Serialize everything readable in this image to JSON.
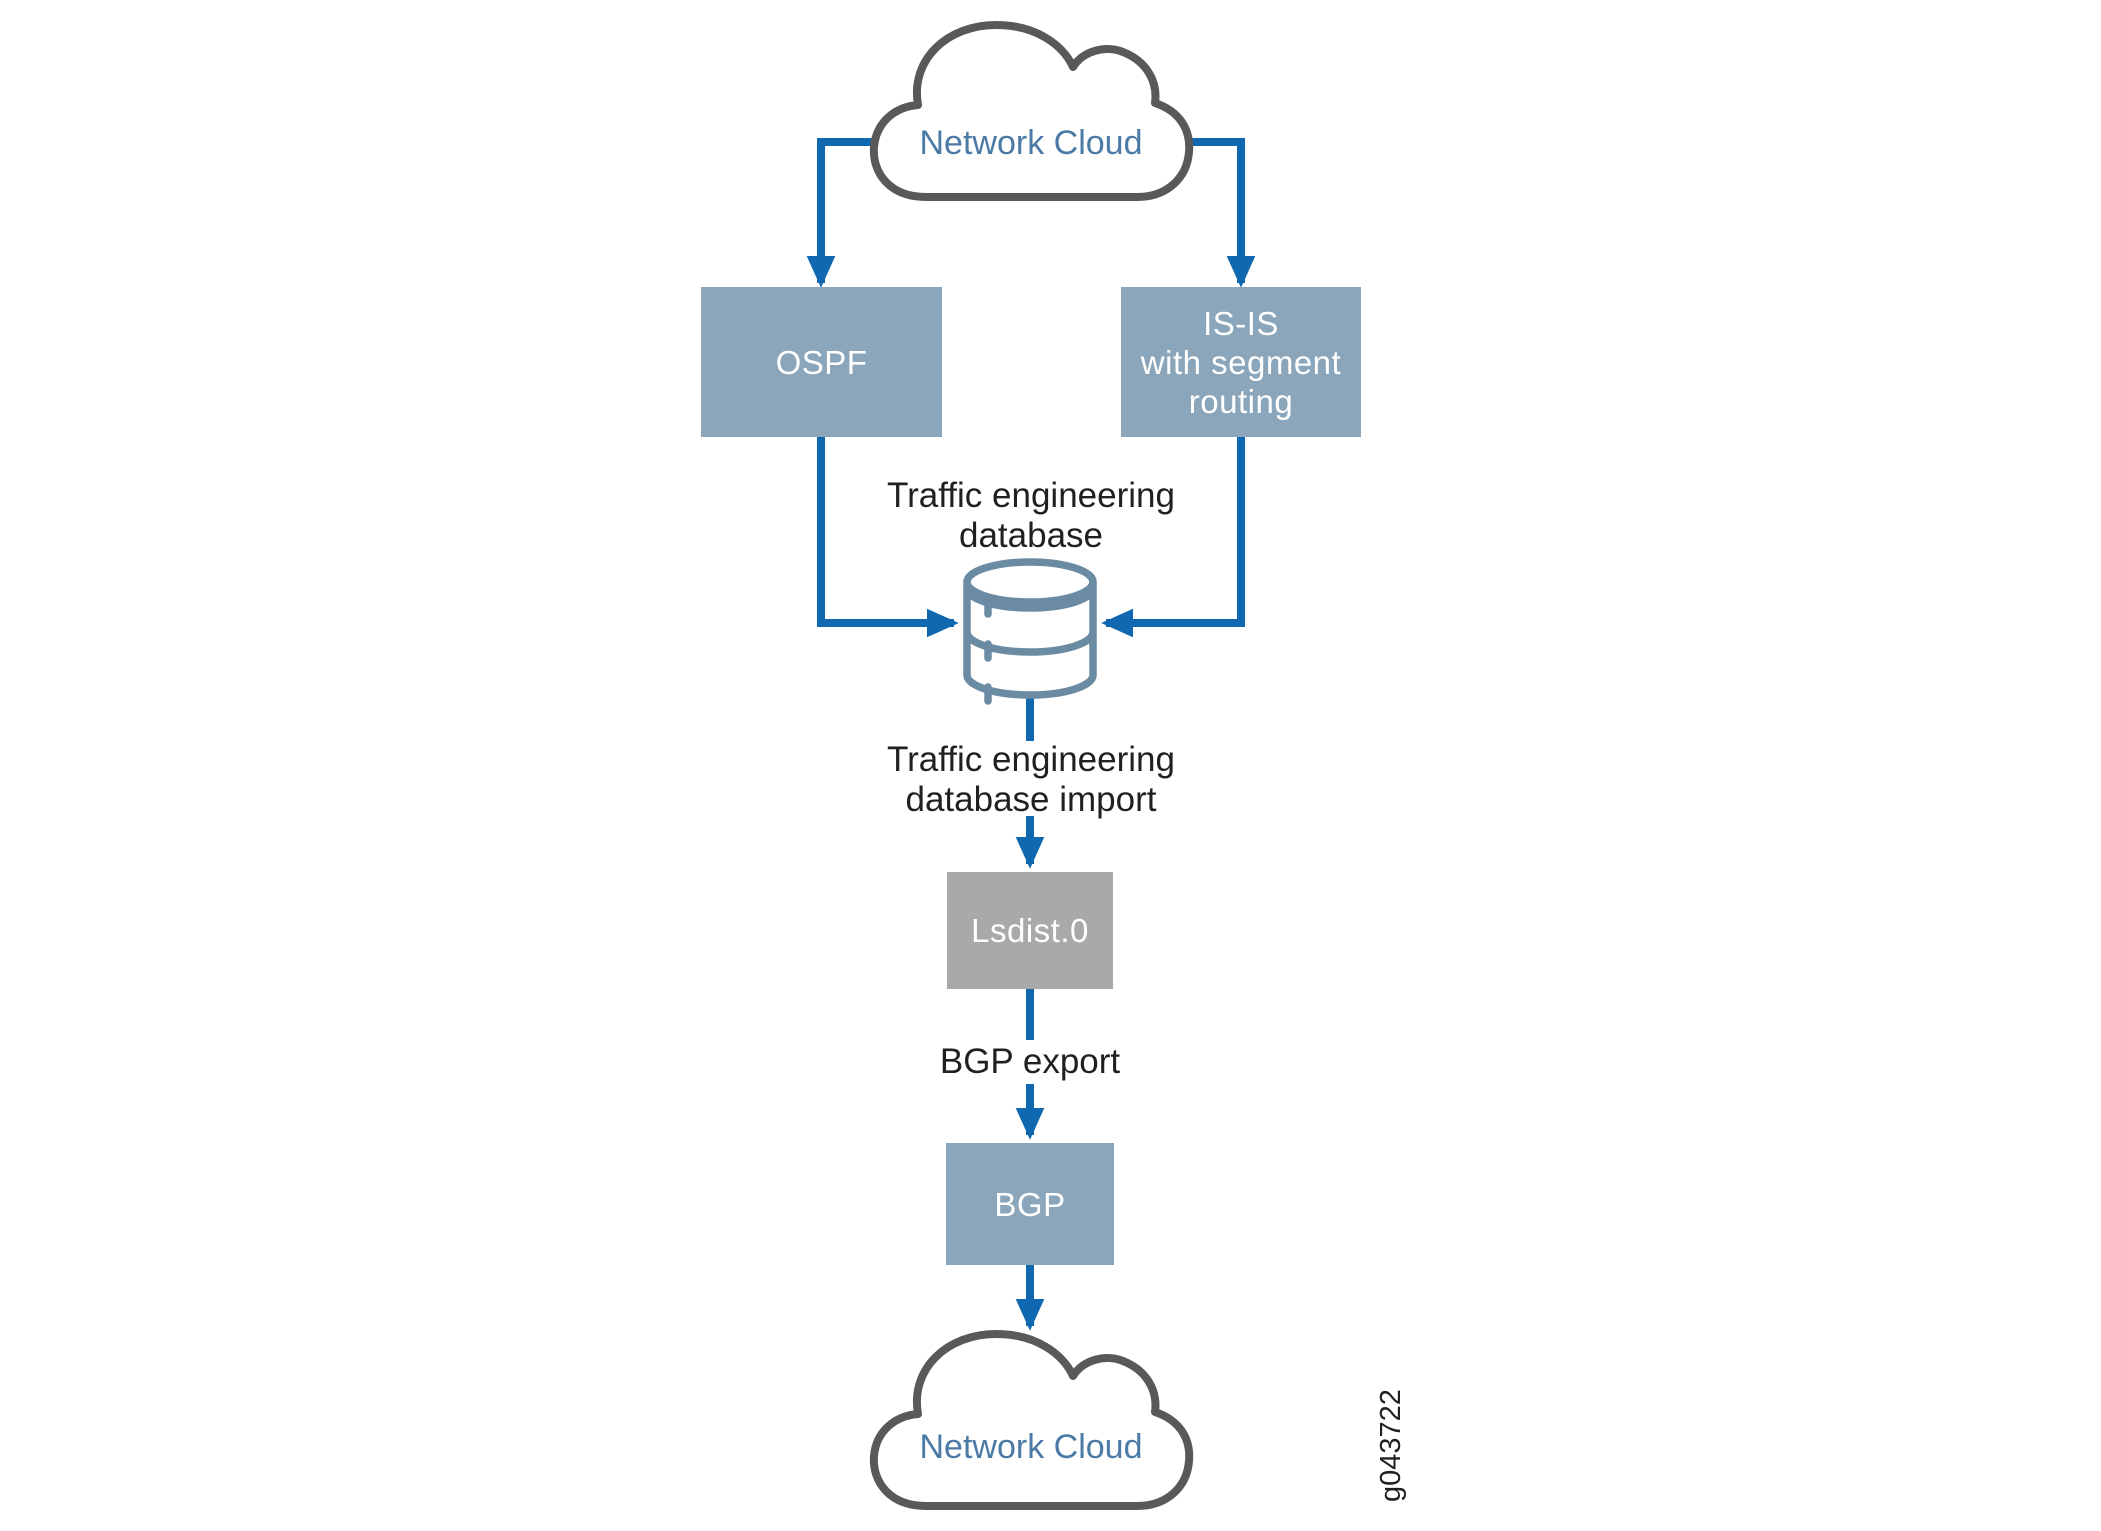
{
  "diagram": {
    "type": "network-routing-flow-diagram",
    "clouds": {
      "top": {
        "label": "Network Cloud"
      },
      "bottom": {
        "label": "Network Cloud"
      }
    },
    "nodes": {
      "ospf": {
        "label": "OSPF"
      },
      "isis": {
        "lines": [
          "IS-IS",
          "with segment",
          "routing"
        ]
      },
      "lsdist": {
        "label": "Lsdist.0"
      },
      "bgp": {
        "label": "BGP"
      }
    },
    "labels": {
      "ted": {
        "lines": [
          "Traffic engineering",
          "database"
        ]
      },
      "ted_import": {
        "lines": [
          "Traffic engineering",
          "database import"
        ]
      },
      "bgp_export": "BGP export"
    },
    "figure_id": "g043722",
    "icons": {
      "database": "database-cylinder-icon",
      "cloud": "cloud-icon"
    },
    "colors": {
      "arrow_blue": "#0f68b0",
      "node_fill_blue": "#8ba6ba",
      "node_fill_gray": "#a9a9a9",
      "cloud_outline": "#595959",
      "cloud_label_text": "#4a7aa5",
      "database_icon": "#6b8ba3",
      "text": "#231f20"
    }
  }
}
